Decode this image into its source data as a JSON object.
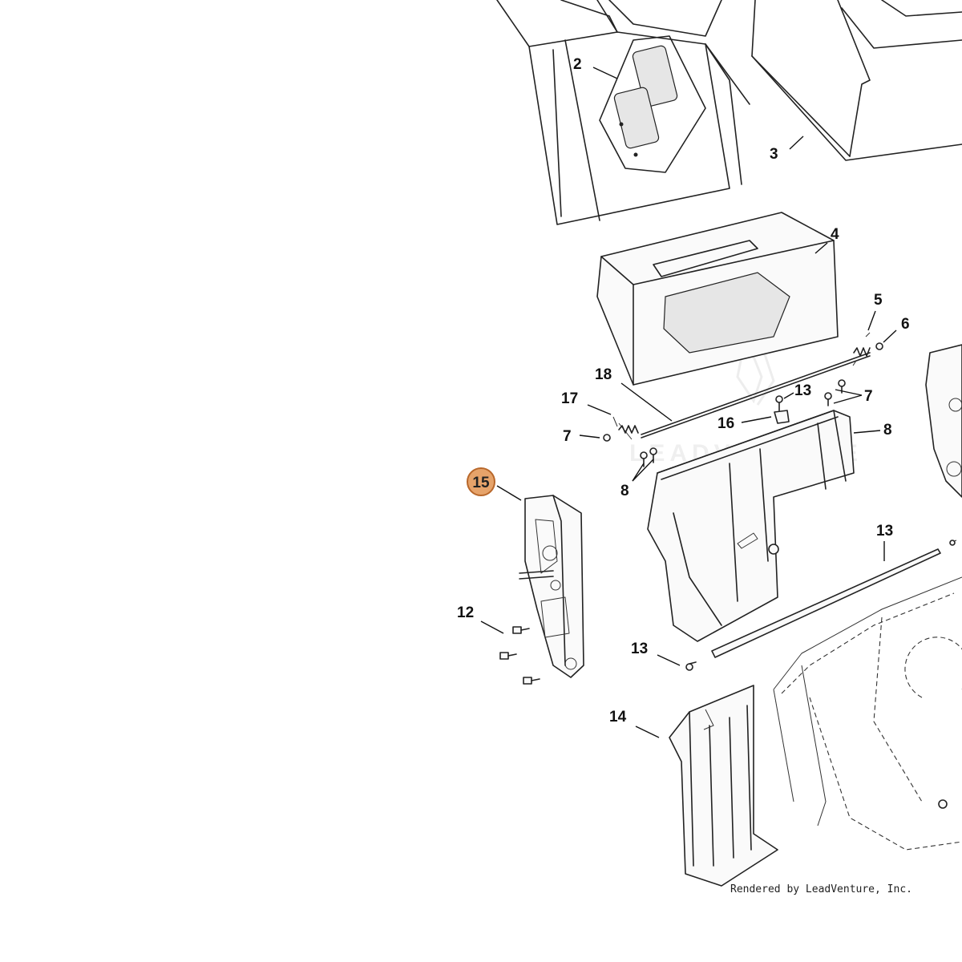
{
  "callouts": {
    "c2": "2",
    "c3": "3",
    "c4": "4",
    "c5": "5",
    "c6": "6",
    "c18": "18",
    "c17": "17",
    "c7a": "7",
    "c13a": "13",
    "c7b": "7",
    "c16": "16",
    "c8a": "8",
    "c8b": "8",
    "c15": "15",
    "c12": "12",
    "c13b": "13",
    "c13c": "13",
    "c14": "14"
  },
  "highlight": {
    "part": "15",
    "fill": "#e6a36a",
    "stroke": "#b8672a"
  },
  "watermark": "LEADVENTURE",
  "credit": "Rendered by LeadVenture, Inc."
}
